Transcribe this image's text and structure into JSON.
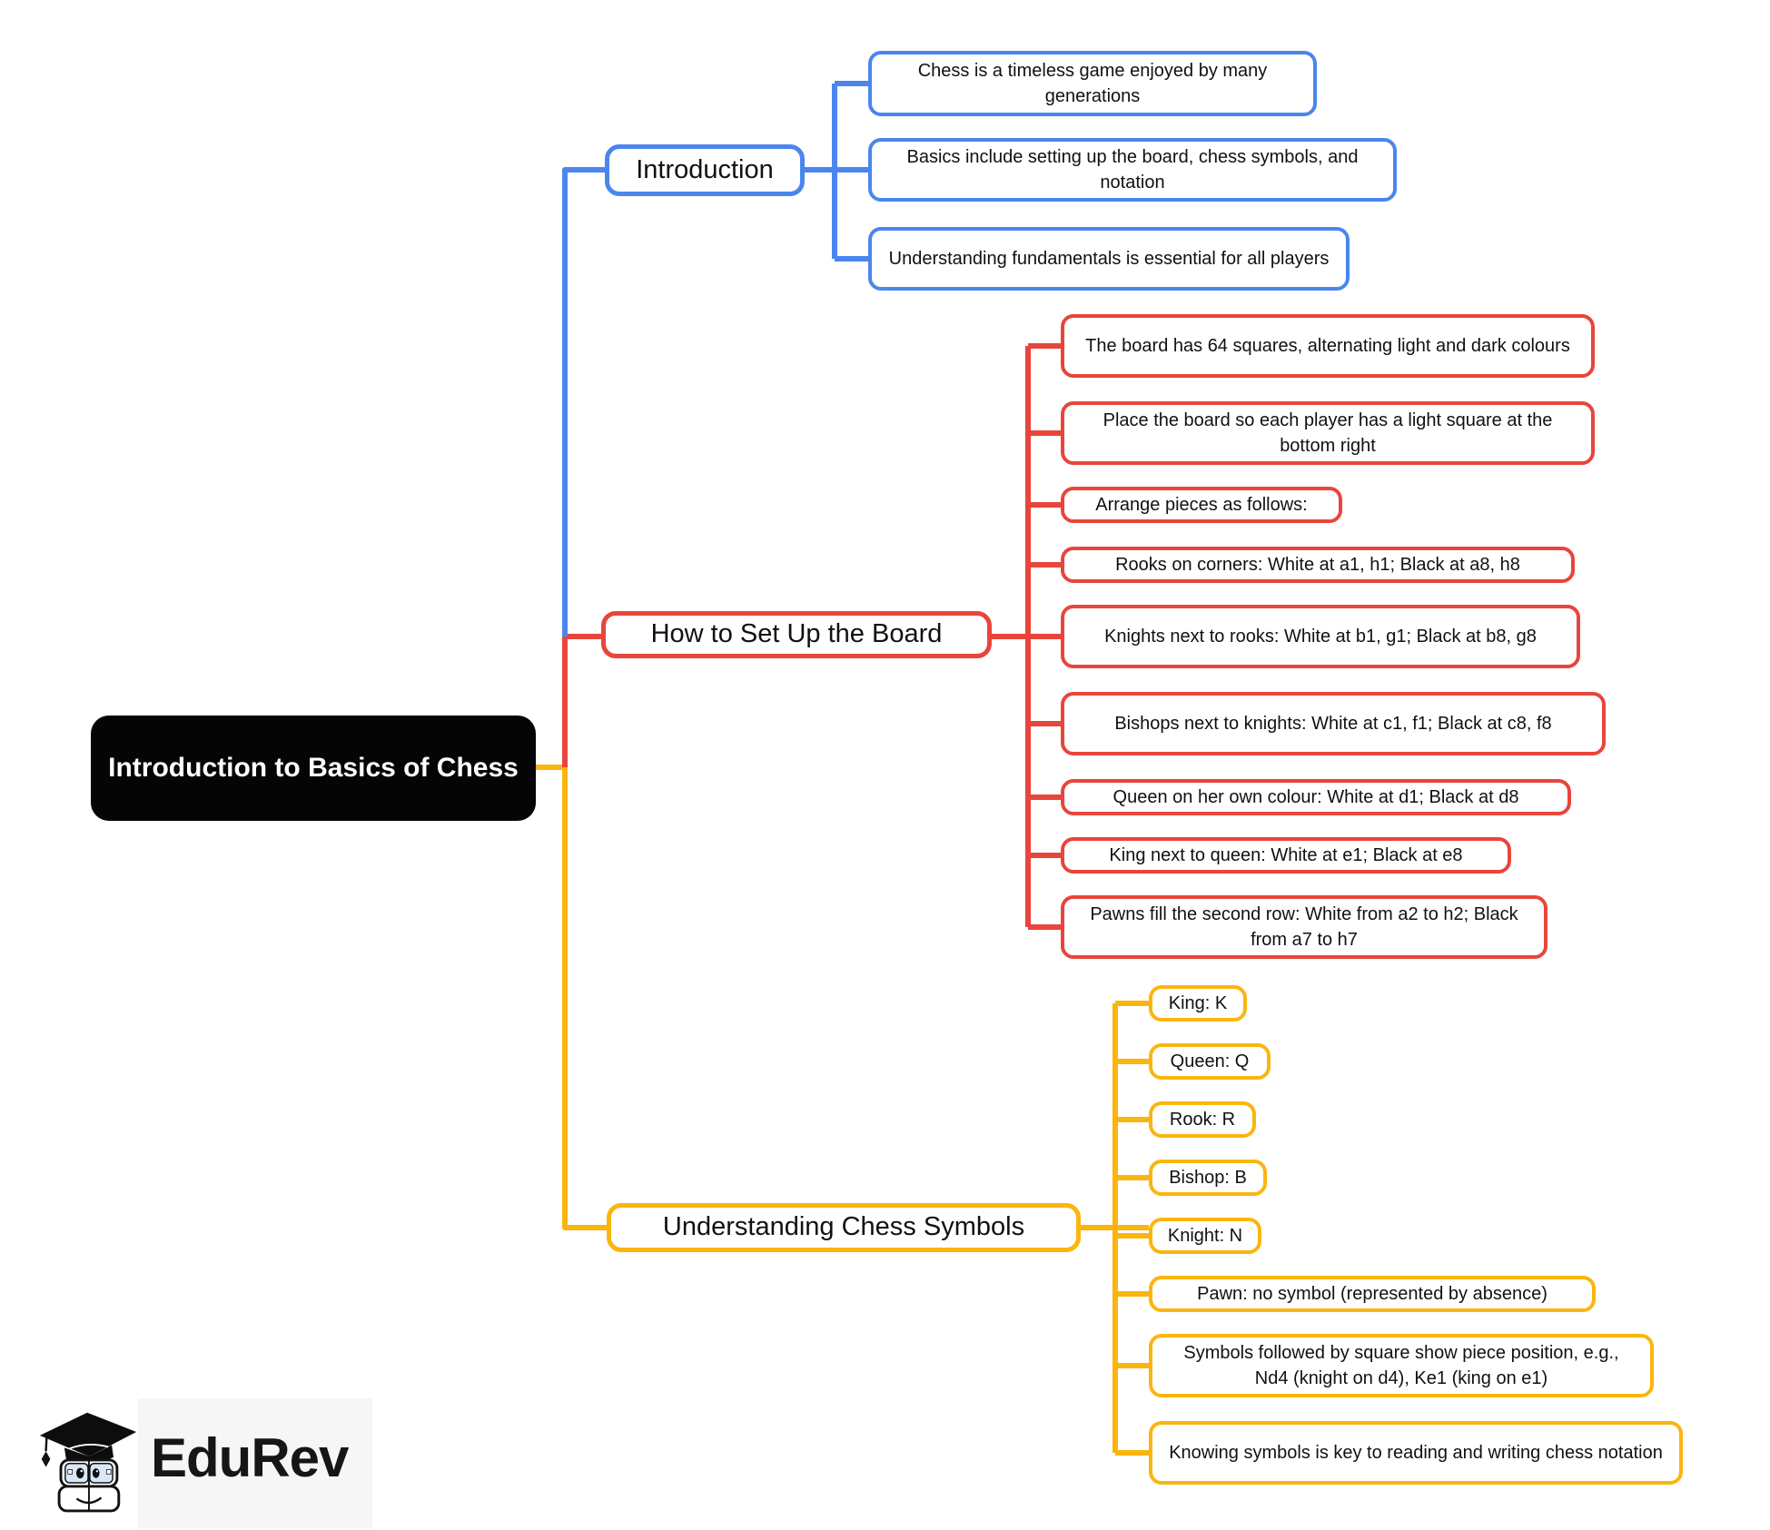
{
  "root": {
    "label": "Introduction to Basics of Chess"
  },
  "colors": {
    "blue": "#4a86ee",
    "red": "#e8453c",
    "yellow": "#fbb50f",
    "root_bg": "#050505",
    "text": "#111111"
  },
  "branches": [
    {
      "id": "introduction",
      "label": "Introduction",
      "color": "#4a86ee",
      "children": [
        "Chess is a timeless game enjoyed by many generations",
        "Basics include setting up the board, chess symbols, and notation",
        "Understanding fundamentals is essential for all players"
      ]
    },
    {
      "id": "how-to-set-up-the-board",
      "label": "How to Set Up the Board",
      "color": "#e8453c",
      "children": [
        "The board has 64 squares, alternating light and dark colours",
        "Place the board so each player has a light square at the bottom right",
        "Arrange pieces as follows:",
        "Rooks on corners: White at a1, h1; Black at a8, h8",
        "Knights next to rooks: White at b1, g1; Black at b8, g8",
        "Bishops next to knights: White at c1, f1; Black at c8, f8",
        "Queen on her own colour: White at d1; Black at d8",
        "King next to queen: White at e1; Black at e8",
        "Pawns fill the second row: White from a2 to h2; Black from a7 to h7"
      ]
    },
    {
      "id": "understanding-chess-symbols",
      "label": "Understanding Chess Symbols",
      "color": "#fbb50f",
      "children": [
        "King: K",
        "Queen: Q",
        "Rook: R",
        "Bishop: B",
        "Knight: N",
        "Pawn: no symbol (represented by absence)",
        "Symbols followed by square show piece position, e.g., Nd4 (knight on d4), Ke1 (king on e1)",
        "Knowing symbols is key to reading and writing chess notation"
      ]
    }
  ],
  "logo": {
    "brand": "EduRev",
    "mascot": "graduation-cap-books-mascot"
  }
}
